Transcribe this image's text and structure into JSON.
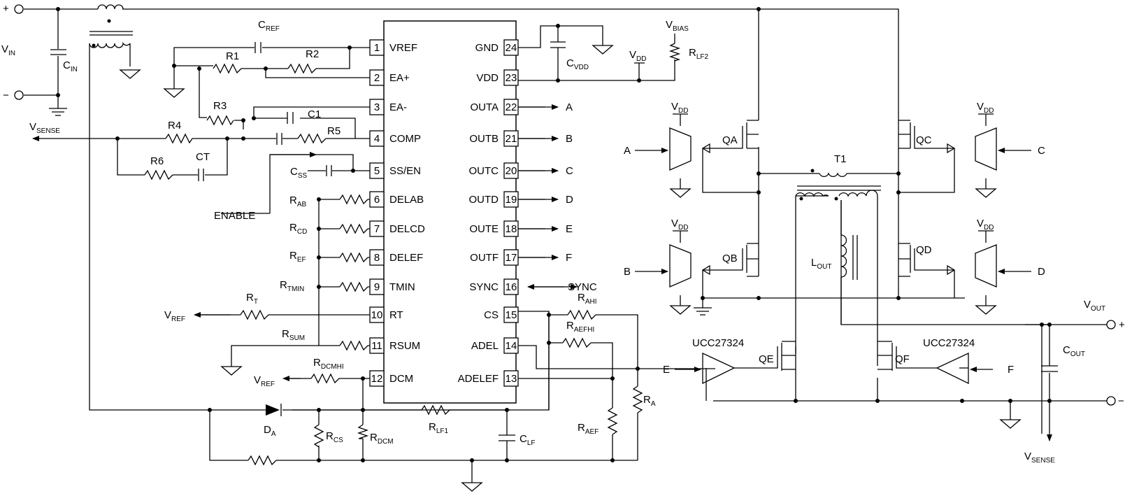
{
  "terminals": {
    "plus": "+",
    "minus": "−",
    "vout_plus": "+",
    "vout_minus": "−"
  },
  "labels": {
    "vin": "V",
    "vin_sub": "IN",
    "cin": "C",
    "cin_sub": "IN",
    "cref": "C",
    "cref_sub": "REF",
    "r1": "R1",
    "r2": "R2",
    "r3": "R3",
    "r4": "R4",
    "r5": "R5",
    "r6": "R6",
    "c1": "C1",
    "ct": "CT",
    "vsense": "V",
    "vsense_sub": "SENSE",
    "css": "C",
    "css_sub": "SS",
    "enable": "ENABLE",
    "rab": "R",
    "rab_sub": "AB",
    "rcd": "R",
    "rcd_sub": "CD",
    "ref": "R",
    "ref_sub": "EF",
    "rtmin": "R",
    "rtmin_sub": "TMIN",
    "rt": "R",
    "rt_sub": "T",
    "vref1": "V",
    "vref1_sub": "REF",
    "rsum": "R",
    "rsum_sub": "SUM",
    "rdcmhi": "R",
    "rdcmhi_sub": "DCMHI",
    "vref2": "V",
    "vref2_sub": "REF",
    "da": "D",
    "da_sub": "A",
    "rcs": "R",
    "rcs_sub": "CS",
    "rdcm": "R",
    "rdcm_sub": "DCM",
    "rlf1": "R",
    "rlf1_sub": "LF1",
    "clf": "C",
    "clf_sub": "LF",
    "raef": "R",
    "raef_sub": "AEF",
    "ra": "R",
    "ra_sub": "A",
    "rahi": "R",
    "rahi_sub": "AHI",
    "raefhi": "R",
    "raefhi_sub": "AEFHI",
    "cvdd": "C",
    "cvdd_sub": "VDD",
    "vdd": "V",
    "vdd_sub": "DD",
    "vbias": "V",
    "vbias_sub": "BIAS",
    "rlf2": "R",
    "rlf2_sub": "LF2",
    "out_a": "A",
    "out_b": "B",
    "out_c": "C",
    "out_d": "D",
    "out_e": "E",
    "out_f": "F",
    "sync": "SYNC",
    "in_a": "A",
    "in_b": "B",
    "in_c": "C",
    "in_d": "D",
    "in_e": "E",
    "in_f": "F",
    "qa": "QA",
    "qb": "QB",
    "qc": "QC",
    "qd": "QD",
    "qe": "QE",
    "qf": "QF",
    "t1": "T1",
    "lout": "L",
    "lout_sub": "OUT",
    "vout": "V",
    "vout_sub": "OUT",
    "cout": "C",
    "cout_sub": "OUT",
    "drv_e": "UCC27324",
    "drv_f": "UCC27324",
    "vsense2": "V",
    "vsense2_sub": "SENSE",
    "vdd_a": "V",
    "vdd_a_sub": "DD",
    "vdd_b": "V",
    "vdd_b_sub": "DD",
    "vdd_c": "V",
    "vdd_c_sub": "DD",
    "vdd_d": "V",
    "vdd_d_sub": "DD"
  },
  "pins_left": [
    {
      "num": "1",
      "name": "VREF"
    },
    {
      "num": "2",
      "name": "EA+"
    },
    {
      "num": "3",
      "name": "EA-"
    },
    {
      "num": "4",
      "name": "COMP"
    },
    {
      "num": "5",
      "name": "SS/EN"
    },
    {
      "num": "6",
      "name": "DELAB"
    },
    {
      "num": "7",
      "name": "DELCD"
    },
    {
      "num": "8",
      "name": "DELEF"
    },
    {
      "num": "9",
      "name": "TMIN"
    },
    {
      "num": "10",
      "name": "RT"
    },
    {
      "num": "11",
      "name": "RSUM"
    },
    {
      "num": "12",
      "name": "DCM"
    }
  ],
  "pins_right": [
    {
      "num": "24",
      "name": "GND"
    },
    {
      "num": "23",
      "name": "VDD"
    },
    {
      "num": "22",
      "name": "OUTA"
    },
    {
      "num": "21",
      "name": "OUTB"
    },
    {
      "num": "20",
      "name": "OUTC"
    },
    {
      "num": "19",
      "name": "OUTD"
    },
    {
      "num": "18",
      "name": "OUTE"
    },
    {
      "num": "17",
      "name": "OUTF"
    },
    {
      "num": "16",
      "name": "SYNC"
    },
    {
      "num": "15",
      "name": "CS"
    },
    {
      "num": "14",
      "name": "ADEL"
    },
    {
      "num": "13",
      "name": "ADELEF"
    }
  ]
}
